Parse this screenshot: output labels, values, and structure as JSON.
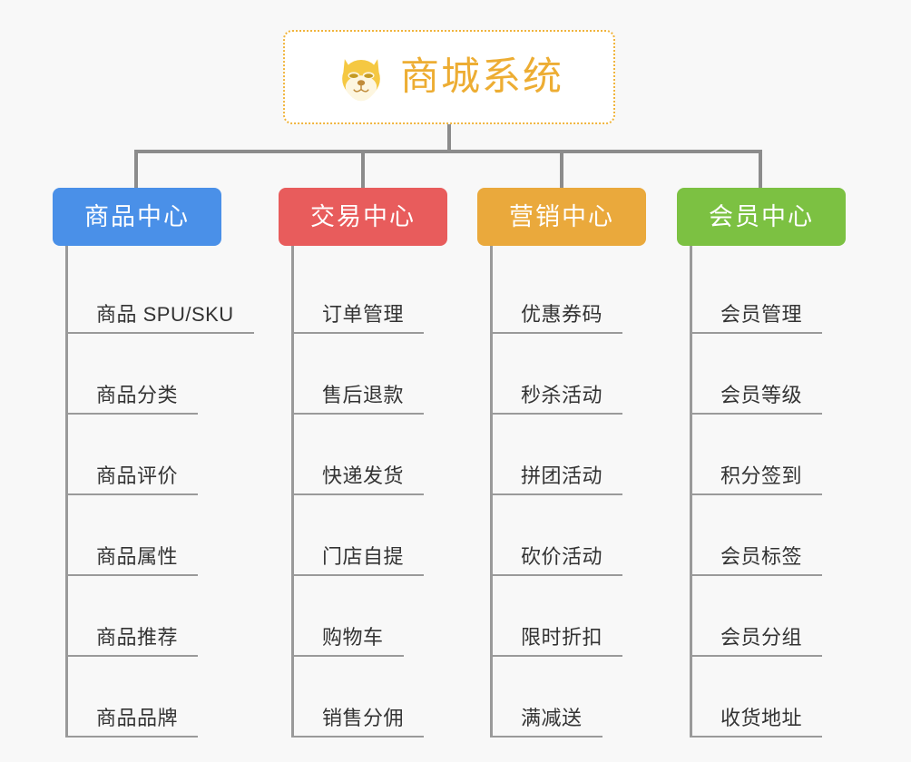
{
  "background_color": "#f8f8f8",
  "root": {
    "icon": "dog-face-emoji",
    "title": "商城系统",
    "border_color": "#f0b43c",
    "text_color": "#edad33"
  },
  "connector_color": "#8c8c8c",
  "leaf_line_color": "#9a9a9a",
  "columns": [
    {
      "title": "商品中心",
      "color": "#4a90e8",
      "items": [
        {
          "label": "商品 SPU/SKU"
        },
        {
          "label": "商品分类"
        },
        {
          "label": "商品评价"
        },
        {
          "label": "商品属性"
        },
        {
          "label": "商品推荐"
        },
        {
          "label": "商品品牌"
        }
      ]
    },
    {
      "title": "交易中心",
      "color": "#e85c5c",
      "items": [
        {
          "label": "订单管理"
        },
        {
          "label": "售后退款"
        },
        {
          "label": "快递发货"
        },
        {
          "label": "门店自提"
        },
        {
          "label": "购物车"
        },
        {
          "label": "销售分佣"
        }
      ]
    },
    {
      "title": "营销中心",
      "color": "#eaa93c",
      "items": [
        {
          "label": "优惠券码"
        },
        {
          "label": "秒杀活动"
        },
        {
          "label": "拼团活动"
        },
        {
          "label": "砍价活动"
        },
        {
          "label": "限时折扣"
        },
        {
          "label": "满减送"
        }
      ]
    },
    {
      "title": "会员中心",
      "color": "#7cc142",
      "items": [
        {
          "label": "会员管理"
        },
        {
          "label": "会员等级"
        },
        {
          "label": "积分签到"
        },
        {
          "label": "会员标签"
        },
        {
          "label": "会员分组"
        },
        {
          "label": "收货地址"
        }
      ]
    }
  ]
}
